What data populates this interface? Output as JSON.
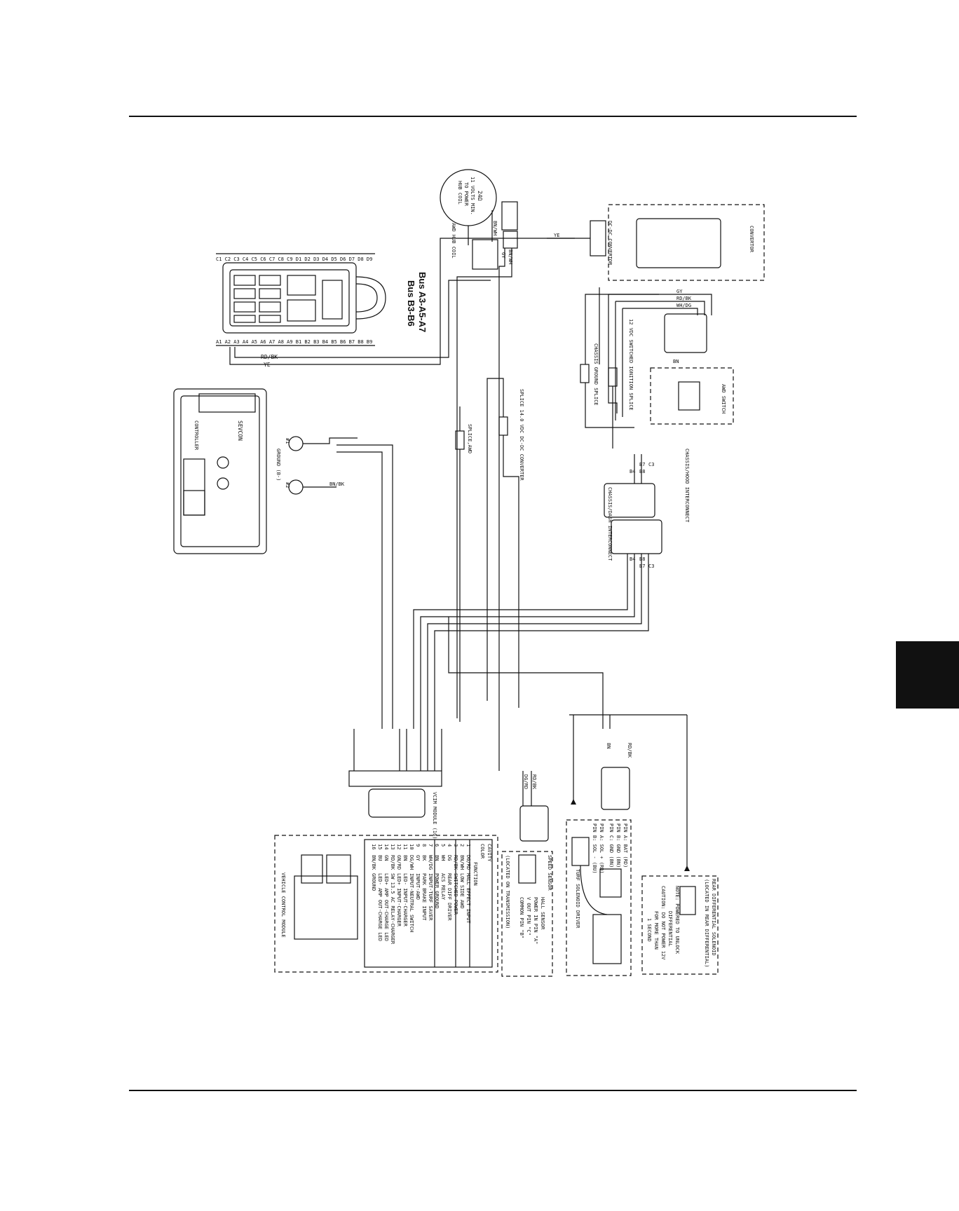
{
  "bus": {
    "title_1": "Bus A3-A5-A7",
    "title_2": "Bus B3-B6",
    "top_pins": [
      "C1",
      "C2",
      "C3",
      "C4",
      "C5",
      "C6",
      "C7",
      "C8",
      "C9",
      "D1",
      "D2",
      "D3",
      "D4",
      "D5",
      "D6",
      "D7",
      "D8",
      "D9"
    ],
    "bottom_pins": [
      "A1",
      "A2",
      "A3",
      "A4",
      "A5",
      "A6",
      "A7",
      "A8",
      "A9",
      "B1",
      "B2",
      "B3",
      "B4",
      "B5",
      "B6",
      "B7",
      "B8",
      "B9"
    ],
    "wire_1": "RD/BK",
    "wire_2": "YE"
  },
  "awd_hub_coil": {
    "title": "AWD HUB COIL",
    "note_1": "24Ω",
    "note_2": "11 VOLTS MIN.",
    "note_3": "TO POWER",
    "note_4": "HUB COIL",
    "wire_1": "BN/WH",
    "wire_2": "GY"
  },
  "converter": {
    "title": "CONVERTOR",
    "dc_label": "DC-DC CONVERTOR",
    "wire_1": "YE"
  },
  "awd_switch": {
    "title": "AWD SWITCH",
    "wire_gy": "GY",
    "wire_rdbk": "RD/BK",
    "wire_whdg": "WH/DG",
    "wire_bn": "BN"
  },
  "splices": {
    "ignition": "12 VDC SWITCHED IGNITION SPLICE",
    "chassis_ground": "CHASSIS GROUND SPLICE",
    "dc_dc": "SPLICE 14.0 VDC DC-DC CONVERTER",
    "awd": "SPLICE,AWD"
  },
  "controller": {
    "title": "CONTROLLER",
    "brand": "SEVCON",
    "ground": "GROUND (B-)",
    "terminal_1": "#1",
    "terminal_2": "#2",
    "wire_1": "BN/BK"
  },
  "interconnects": {
    "hood": "CHASSIS/HOOD INTERCONNECT",
    "dash": "CHASSIS/DASH INTERCONNECT",
    "pins": [
      "B4",
      "B8",
      "B7",
      "C3"
    ]
  },
  "vcm": {
    "title": "VCIM MODULE (16)",
    "module_title": "VEHICLE CONTROL MODULE",
    "table_headers": [
      "CAVITY",
      "COLOR",
      "FUNCTION"
    ],
    "rows": [
      [
        "1",
        "DG/RD",
        "HALL EFFECT INPUT"
      ],
      [
        "2",
        "BN/WH",
        "LOW SIDE AWD"
      ],
      [
        "3",
        "RD/BK",
        "SWITCHED POWER"
      ],
      [
        "4",
        "DG",
        "REAR DIFF DRIVER"
      ],
      [
        "5",
        "WH",
        "ACS RELAY"
      ],
      [
        "6",
        "BN",
        "POWER GROUND"
      ],
      [
        "7",
        "WH/DG",
        "INPUT-TURF SAVER"
      ],
      [
        "8",
        "BK",
        "PARK BRAKE INPUT"
      ],
      [
        "9",
        "GY",
        "INPUT-AWD"
      ],
      [
        "10",
        "DG/WH",
        "INPUT-NEUTRAL SWITCH"
      ],
      [
        "11",
        "BN",
        "LED- INPUT-CHARGER"
      ],
      [
        "12",
        "GN/RD",
        "LED+ INPUT-CHARGER"
      ],
      [
        "13",
        "RD/BK",
        "SW 13.5 AC RELAY-CHARGER"
      ],
      [
        "14",
        "GN",
        "LED+ AMP OUT-CHARGE LED"
      ],
      [
        "15",
        "BU",
        "LED- AMP OUT-CHARGE LED"
      ],
      [
        "16",
        "BN/BK",
        "GROUND"
      ]
    ]
  },
  "speed_sensor": {
    "title": "SPEED SENSOR",
    "hall": "HALL SENSOR",
    "pin_a": "POWER IN PIN \"A\"",
    "pin_c": "V OUT PIN \"C\"",
    "pin_b": "COMMON PIN \"B\"",
    "location": "(LOCATED ON TRANSMISSION)",
    "wire_1": "DG/RD",
    "wire_2": "RD/BK"
  },
  "turf_solenoid": {
    "title": "TURF SOLENOID DRIVER",
    "pin_a_top": "PIN A: BAT (RD)",
    "pin_b_top": "PIN B: GND (BN)",
    "pin_c_top": "PIN C: GND (BN)",
    "pin_a": "PIN A: SOL + (RD)",
    "pin_b": "PIN B: SOL - (BU)"
  },
  "rear_diff": {
    "title": "REAR DIFFERENTIAL SOLENOID",
    "location": "(LOCATED IN REAR DIFFERENTIAL)",
    "note_1": "NOTE: POWERED TO UNLOCK",
    "note_2": "DIFFERENTIAL",
    "caution_1": "CAUTION: DO NOT POWER 12V",
    "caution_2": "FOR MORE THAN",
    "caution_3": "1 SECOND",
    "wire_1": "BN",
    "wire_2": "RD/BK"
  }
}
